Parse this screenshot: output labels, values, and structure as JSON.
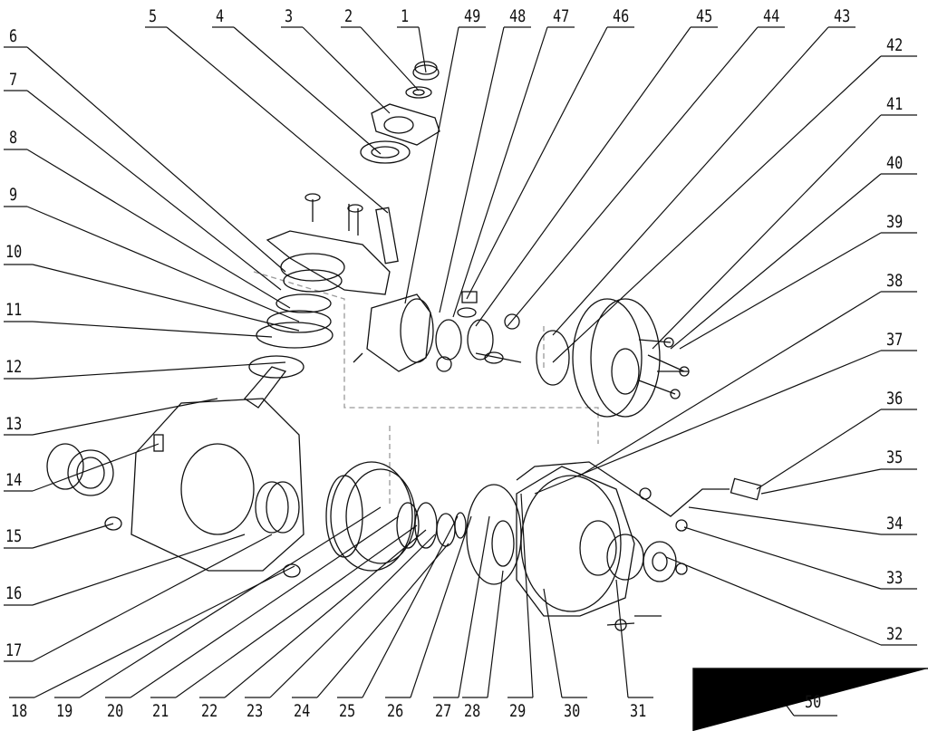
{
  "diagram": {
    "type": "exploded-parts-diagram",
    "callouts": [
      "1",
      "2",
      "3",
      "4",
      "5",
      "6",
      "7",
      "8",
      "9",
      "10",
      "11",
      "12",
      "13",
      "14",
      "15",
      "16",
      "17",
      "18",
      "19",
      "20",
      "21",
      "22",
      "23",
      "24",
      "25",
      "26",
      "27",
      "28",
      "29",
      "30",
      "31",
      "32",
      "33",
      "34",
      "35",
      "36",
      "37",
      "38",
      "39",
      "40",
      "41",
      "42",
      "43",
      "44",
      "45",
      "46",
      "47",
      "48",
      "49",
      "50"
    ],
    "line_color": "#111111"
  }
}
